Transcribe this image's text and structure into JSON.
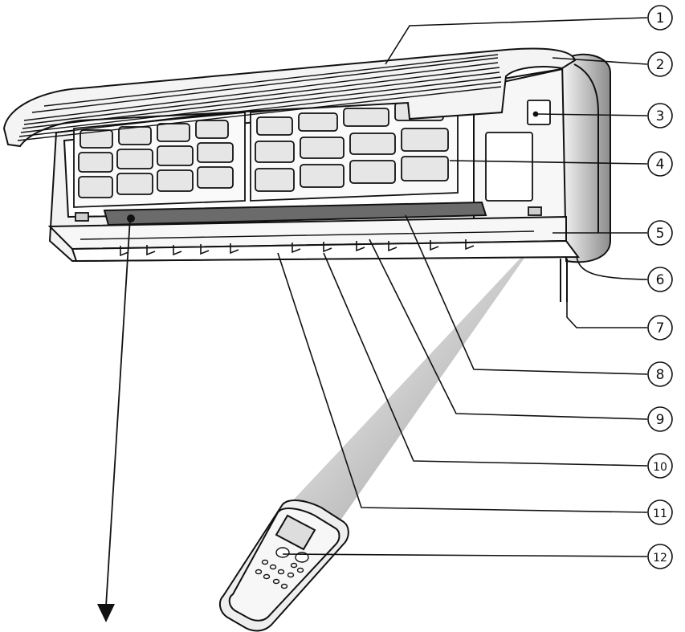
{
  "callouts": [
    {
      "id": 1,
      "label": "①"
    },
    {
      "id": 2,
      "label": "②"
    },
    {
      "id": 3,
      "label": "③"
    },
    {
      "id": 4,
      "label": "④"
    },
    {
      "id": 5,
      "label": "⑤"
    },
    {
      "id": 6,
      "label": "⑥"
    },
    {
      "id": 7,
      "label": "⑦"
    },
    {
      "id": 8,
      "label": "⑧"
    },
    {
      "id": 9,
      "label": "⑨"
    },
    {
      "id": 10,
      "label": "⑩"
    },
    {
      "id": 11,
      "label": "⑪"
    },
    {
      "id": 12,
      "label": "⑫"
    }
  ],
  "colors": {
    "line": "#111111",
    "panel": "#f2f2f2",
    "filter": "#e6e6e6",
    "dark": "#6b6b6b",
    "beam": "#9a9a9a"
  }
}
